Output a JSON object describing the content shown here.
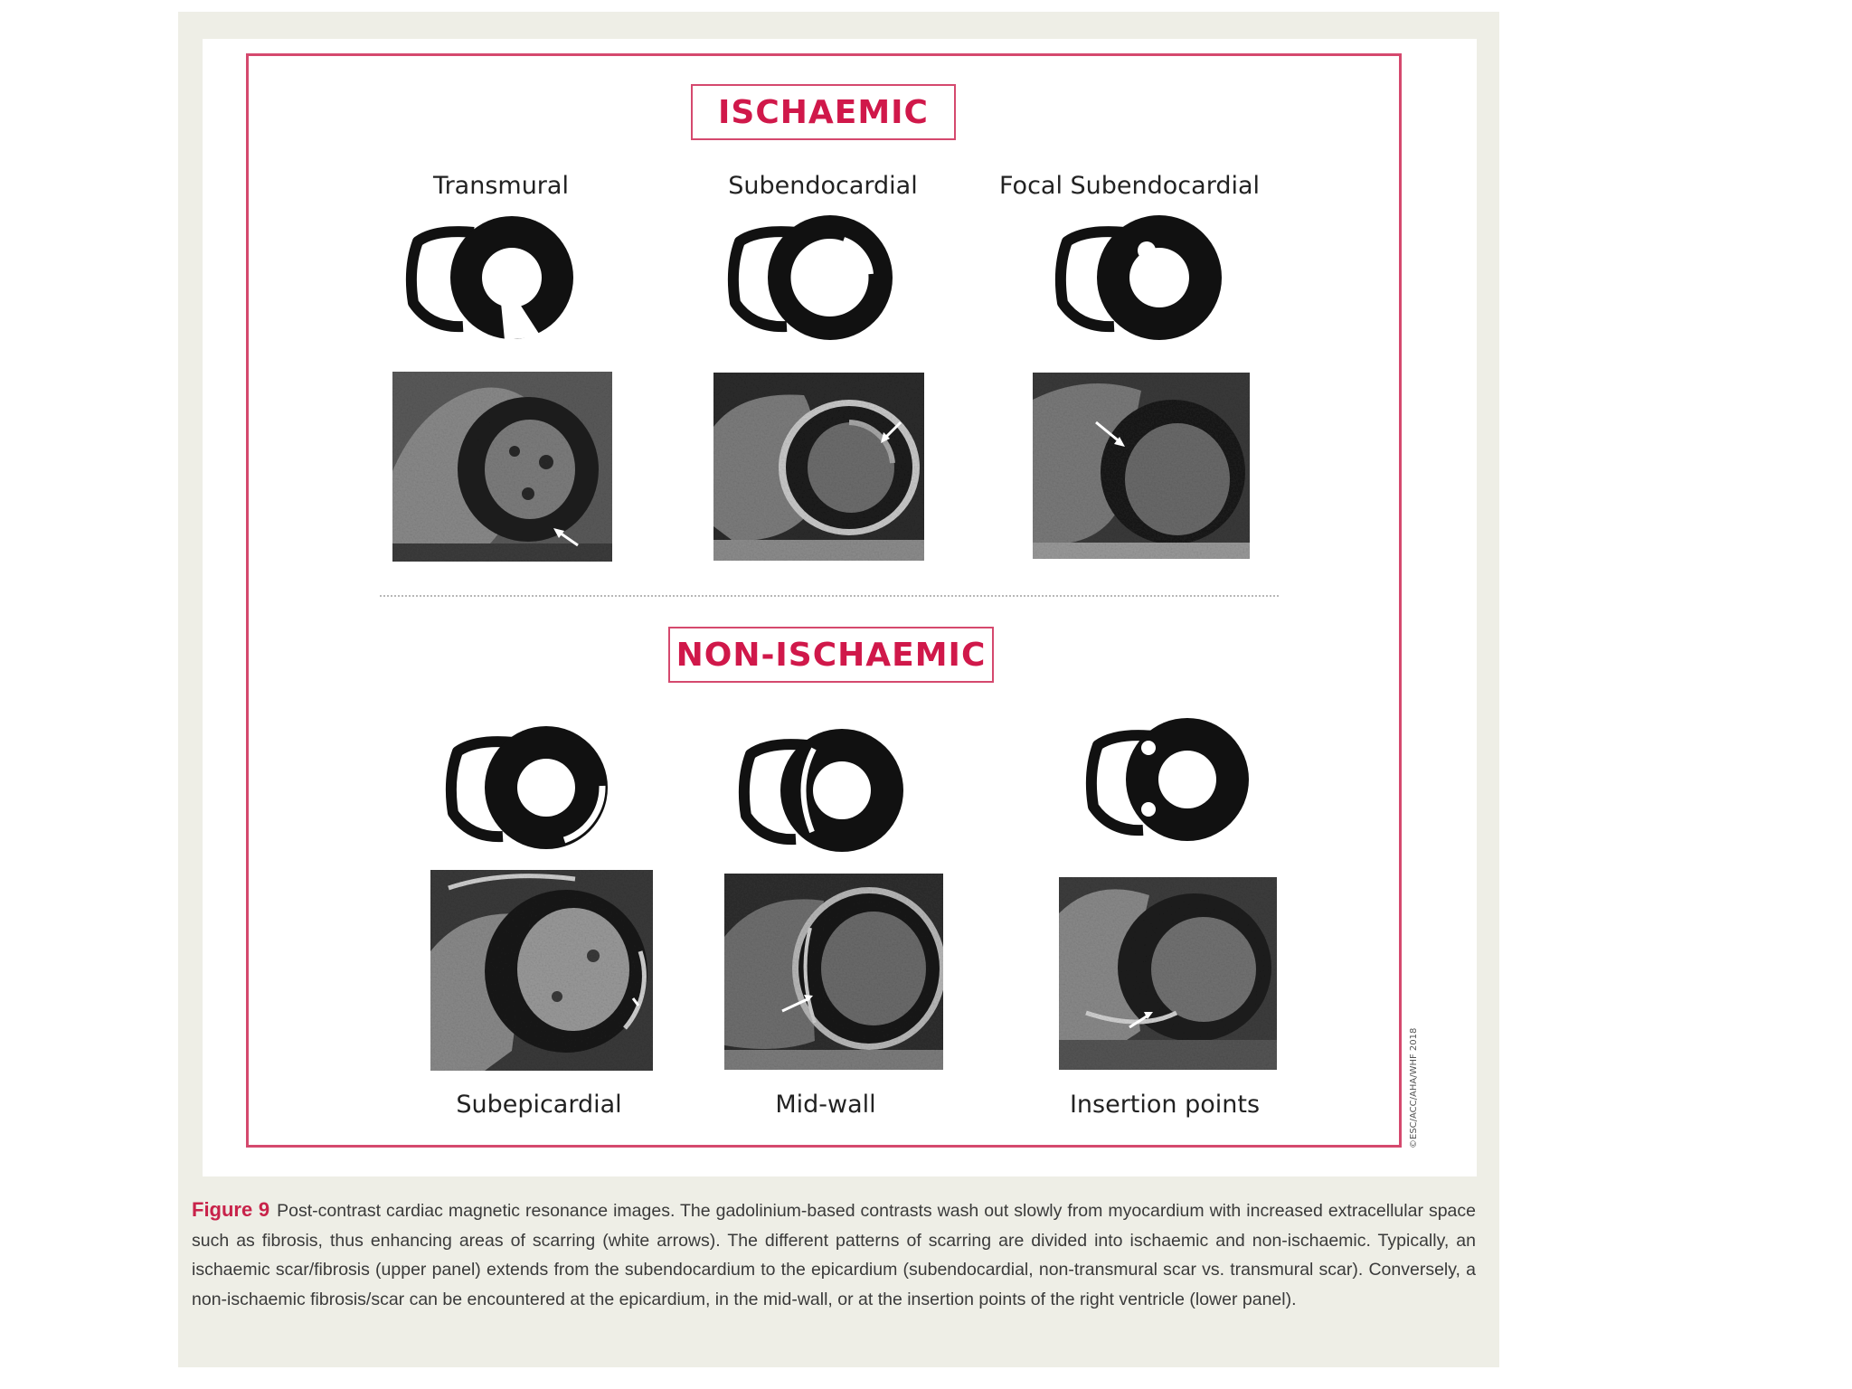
{
  "ischaemic": {
    "heading": "ISCHAEMIC",
    "patterns": [
      "Transmural",
      "Subendocardial",
      "Focal Subendocardial"
    ]
  },
  "non_ischaemic": {
    "heading": "NON-ISCHAEMIC",
    "patterns": [
      "Subepicardial",
      "Mid-wall",
      "Insertion points"
    ]
  },
  "copyright": "©ESC/ACC/AHA/WHF 2018",
  "caption": {
    "label": "Figure 9",
    "text": "Post-contrast cardiac magnetic resonance images. The gadolinium-based contrasts wash out slowly from myocardium with increased extracellular space such as fibrosis, thus enhancing areas of scarring (white arrows). The different patterns of scarring are divided into ischaemic and non-ischaemic. Typically, an ischaemic scar/fibrosis (upper panel) extends from the subendocardium to the epicardium (subendocardial, non-transmural scar vs. transmural scar). Conversely, a non-ischaemic fibrosis/scar can be encountered at the epicardium, in the mid-wall, or at the insertion points of the right ventricle (lower panel)."
  },
  "colors": {
    "accent": "#d0184a",
    "frame": "#d5496e",
    "background": "#eeeee6"
  }
}
